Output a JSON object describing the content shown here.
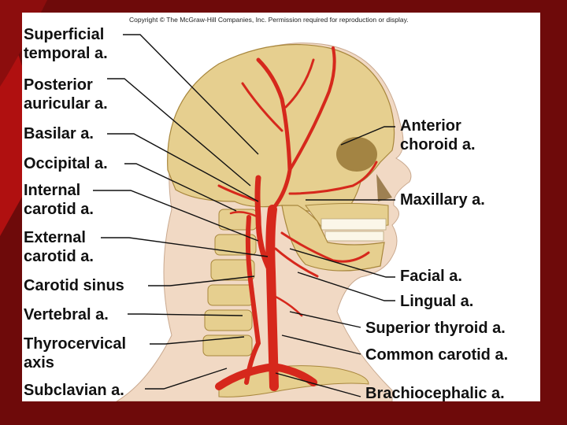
{
  "copyright": "Copyright © The McGraw-Hill Companies, Inc. Permission required for reproduction or display.",
  "labels": {
    "superficial_temporal": [
      "Superficial",
      "temporal a."
    ],
    "posterior_auricular": [
      "Posterior",
      "auricular a."
    ],
    "basilar": [
      "Basilar a."
    ],
    "occipital": [
      "Occipital a."
    ],
    "internal_carotid": [
      "Internal",
      "carotid a."
    ],
    "external_carotid": [
      "External",
      "carotid a."
    ],
    "carotid_sinus": [
      "Carotid sinus"
    ],
    "vertebral": [
      "Vertebral a."
    ],
    "thyrocervical": [
      "Thyrocervical",
      "axis"
    ],
    "subclavian": [
      "Subclavian a."
    ],
    "anterior_choroid": [
      "Anterior",
      "choroid a."
    ],
    "maxillary": [
      "Maxillary a."
    ],
    "facial": [
      "Facial a."
    ],
    "lingual": [
      "Lingual a."
    ],
    "superior_thyroid": [
      "Superior thyroid a."
    ],
    "common_carotid": [
      "Common carotid a."
    ],
    "brachiocephalic": [
      "Brachiocephalic a."
    ]
  },
  "colors": {
    "background": "#6e0a0a",
    "accent_red": "#b01010",
    "artery": "#d6281c",
    "bone": "#e6cf8f",
    "skin": "#f1d9c4"
  }
}
